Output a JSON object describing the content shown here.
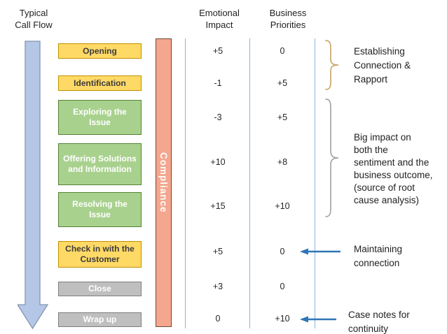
{
  "headers": {
    "call_flow": "Typical\nCall Flow",
    "emotional": "Emotional\nImpact",
    "business": "Business\nPriorities"
  },
  "compliance_label": "Compliance",
  "stages": [
    {
      "label": "Opening",
      "type": "yellow",
      "emotional": "+5",
      "business": "0"
    },
    {
      "label": "Identification",
      "type": "yellow",
      "emotional": "-1",
      "business": "+5"
    },
    {
      "label": "Exploring the Issue",
      "type": "green",
      "emotional": "-3",
      "business": "+5"
    },
    {
      "label": "Offering Solutions and Information",
      "type": "green",
      "emotional": "+10",
      "business": "+8"
    },
    {
      "label": "Resolving the Issue",
      "type": "green",
      "emotional": "+15",
      "business": "+10"
    },
    {
      "label": "Check in with the Customer",
      "type": "yellow",
      "emotional": "+5",
      "business": "0"
    },
    {
      "label": "Close",
      "type": "gray",
      "emotional": "+3",
      "business": "0"
    },
    {
      "label": "Wrap up",
      "type": "gray",
      "emotional": "0",
      "business": "+10"
    }
  ],
  "annotations": [
    {
      "text": "Establishing\nConnection &\nRapport",
      "marker": "gold-brace"
    },
    {
      "text": "Big impact on\nboth the\nsentiment and the\nbusiness outcome,\n(source of root\ncause analysis)",
      "marker": "gray-brace"
    },
    {
      "text": "Maintaining\nconnection",
      "marker": "left-arrow"
    },
    {
      "text": "Case notes for\ncontinuity",
      "marker": "left-arrow"
    }
  ],
  "colors": {
    "yellow-fill": "#FFD966",
    "yellow-border": "#BF9000",
    "yellow-text": "#3B3B3B",
    "green-fill": "#A9D18E",
    "green-border": "#548235",
    "gray-fill": "#BFBFBF",
    "gray-border": "#7F7F7F",
    "box-light-text": "#FFFFFF",
    "compliance-fill": "#F4A68E",
    "compliance-border": "#6E4A3A",
    "flow-arrow-fill": "#B4C7E7",
    "flow-arrow-border": "#8496B0",
    "divider-blue": "#8EB4D8",
    "pointer-blue": "#2E75B6",
    "brace-gold": "#C9A96E",
    "brace-gray": "#A6A6A6",
    "text-dark": "#1F1F1F"
  }
}
